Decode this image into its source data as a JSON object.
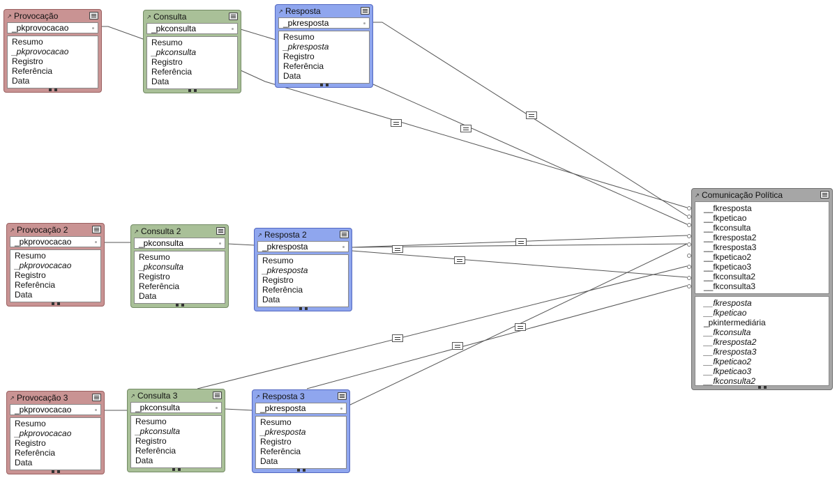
{
  "tables": {
    "provocacao1": {
      "title": "Provocação",
      "key": "_pkprovocacao",
      "fields": [
        "Resumo",
        "_pkprovocacao",
        "Registro",
        "Referência",
        "Data"
      ]
    },
    "consulta1": {
      "title": "Consulta",
      "key": "_pkconsulta",
      "fields": [
        "Resumo",
        "_pkconsulta",
        "Registro",
        "Referência",
        "Data"
      ]
    },
    "resposta1": {
      "title": "Resposta",
      "key": "_pkresposta",
      "fields": [
        "Resumo",
        "_pkresposta",
        "Registro",
        "Referência",
        "Data"
      ]
    },
    "provocacao2": {
      "title": "Provocação 2",
      "key": "_pkprovocacao",
      "fields": [
        "Resumo",
        "_pkprovocacao",
        "Registro",
        "Referência",
        "Data"
      ]
    },
    "consulta2": {
      "title": "Consulta 2",
      "key": "_pkconsulta",
      "fields": [
        "Resumo",
        "_pkconsulta",
        "Registro",
        "Referência",
        "Data"
      ]
    },
    "resposta2": {
      "title": "Resposta 2",
      "key": "_pkresposta",
      "fields": [
        "Resumo",
        "_pkresposta",
        "Registro",
        "Referência",
        "Data"
      ]
    },
    "provocacao3": {
      "title": "Provocação 3",
      "key": "_pkprovocacao",
      "fields": [
        "Resumo",
        "_pkprovocacao",
        "Registro",
        "Referência",
        "Data"
      ]
    },
    "consulta3": {
      "title": "Consulta 3",
      "key": "_pkconsulta",
      "fields": [
        "Resumo",
        "_pkconsulta",
        "Registro",
        "Referência",
        "Data"
      ]
    },
    "resposta3": {
      "title": "Resposta 3",
      "key": "_pkresposta",
      "fields": [
        "Resumo",
        "_pkresposta",
        "Registro",
        "Referência",
        "Data"
      ]
    },
    "comunicacao": {
      "title": "Comunicação Política",
      "keys": [
        "__fkresposta",
        "__fkpeticao",
        "__fkconsulta",
        "__fkresposta2",
        "__fkresposta3",
        "__fkpeticao2",
        "__fkpeticao3",
        "__fkconsulta2",
        "__fkconsulta3"
      ],
      "fields": [
        "__fkresposta",
        "__fkpeticao",
        "_pkintermediária",
        "__fkconsulta",
        "__fkresposta2",
        "__fkresposta3",
        "__fkpeticao2",
        "__fkpeticao3",
        "__fkconsulta2"
      ]
    }
  },
  "colors": {
    "provocacao": "#c99393",
    "consulta": "#a9c098",
    "resposta": "#8fa6ee",
    "comunicacao": "#a6a6a6",
    "line": "#555555"
  }
}
